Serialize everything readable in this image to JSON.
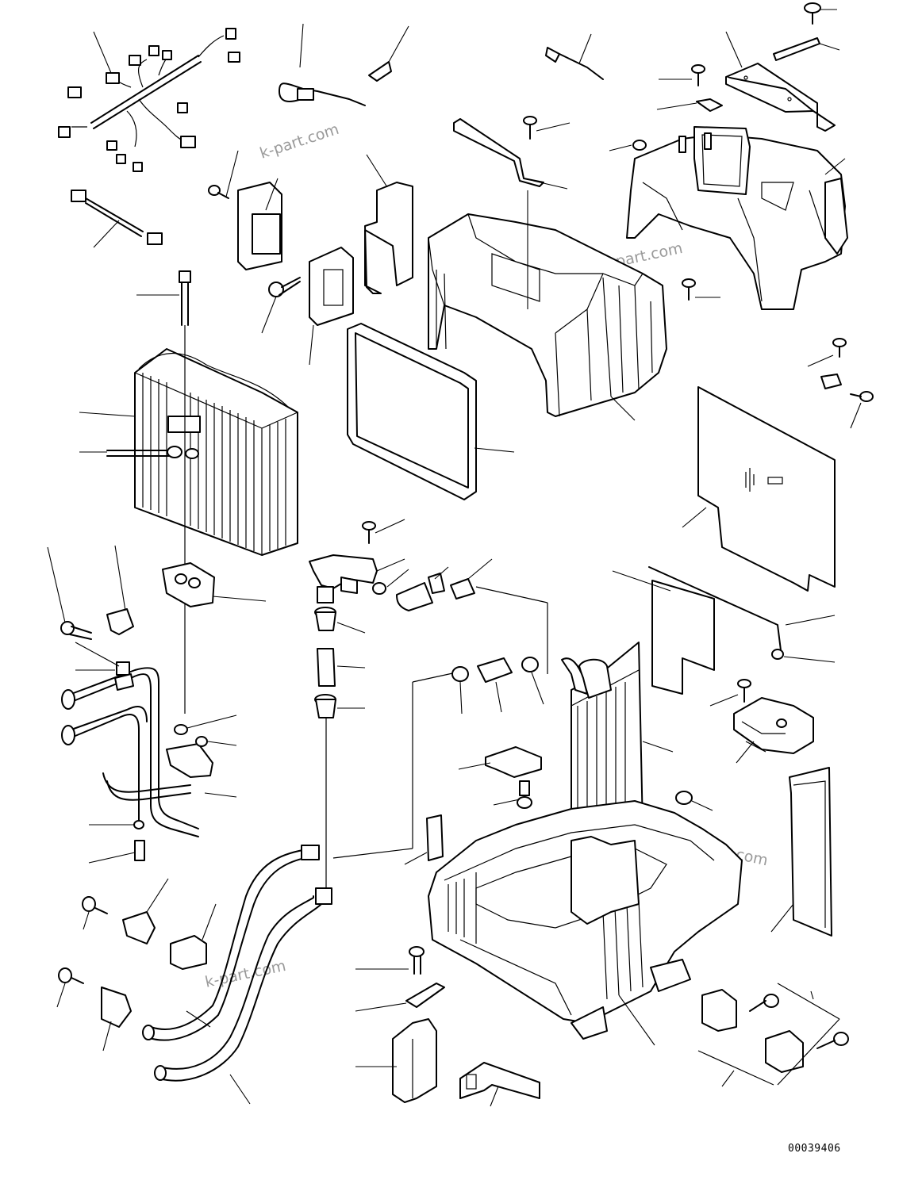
{
  "diagram": {
    "drawing_number": "00039406",
    "watermarks": [
      "k-part.com",
      "k-part.com",
      "k-part.com",
      "k-part.com"
    ]
  },
  "colors": {
    "line": "#000000",
    "watermark": "#9a9a9a",
    "background": "#ffffff"
  }
}
